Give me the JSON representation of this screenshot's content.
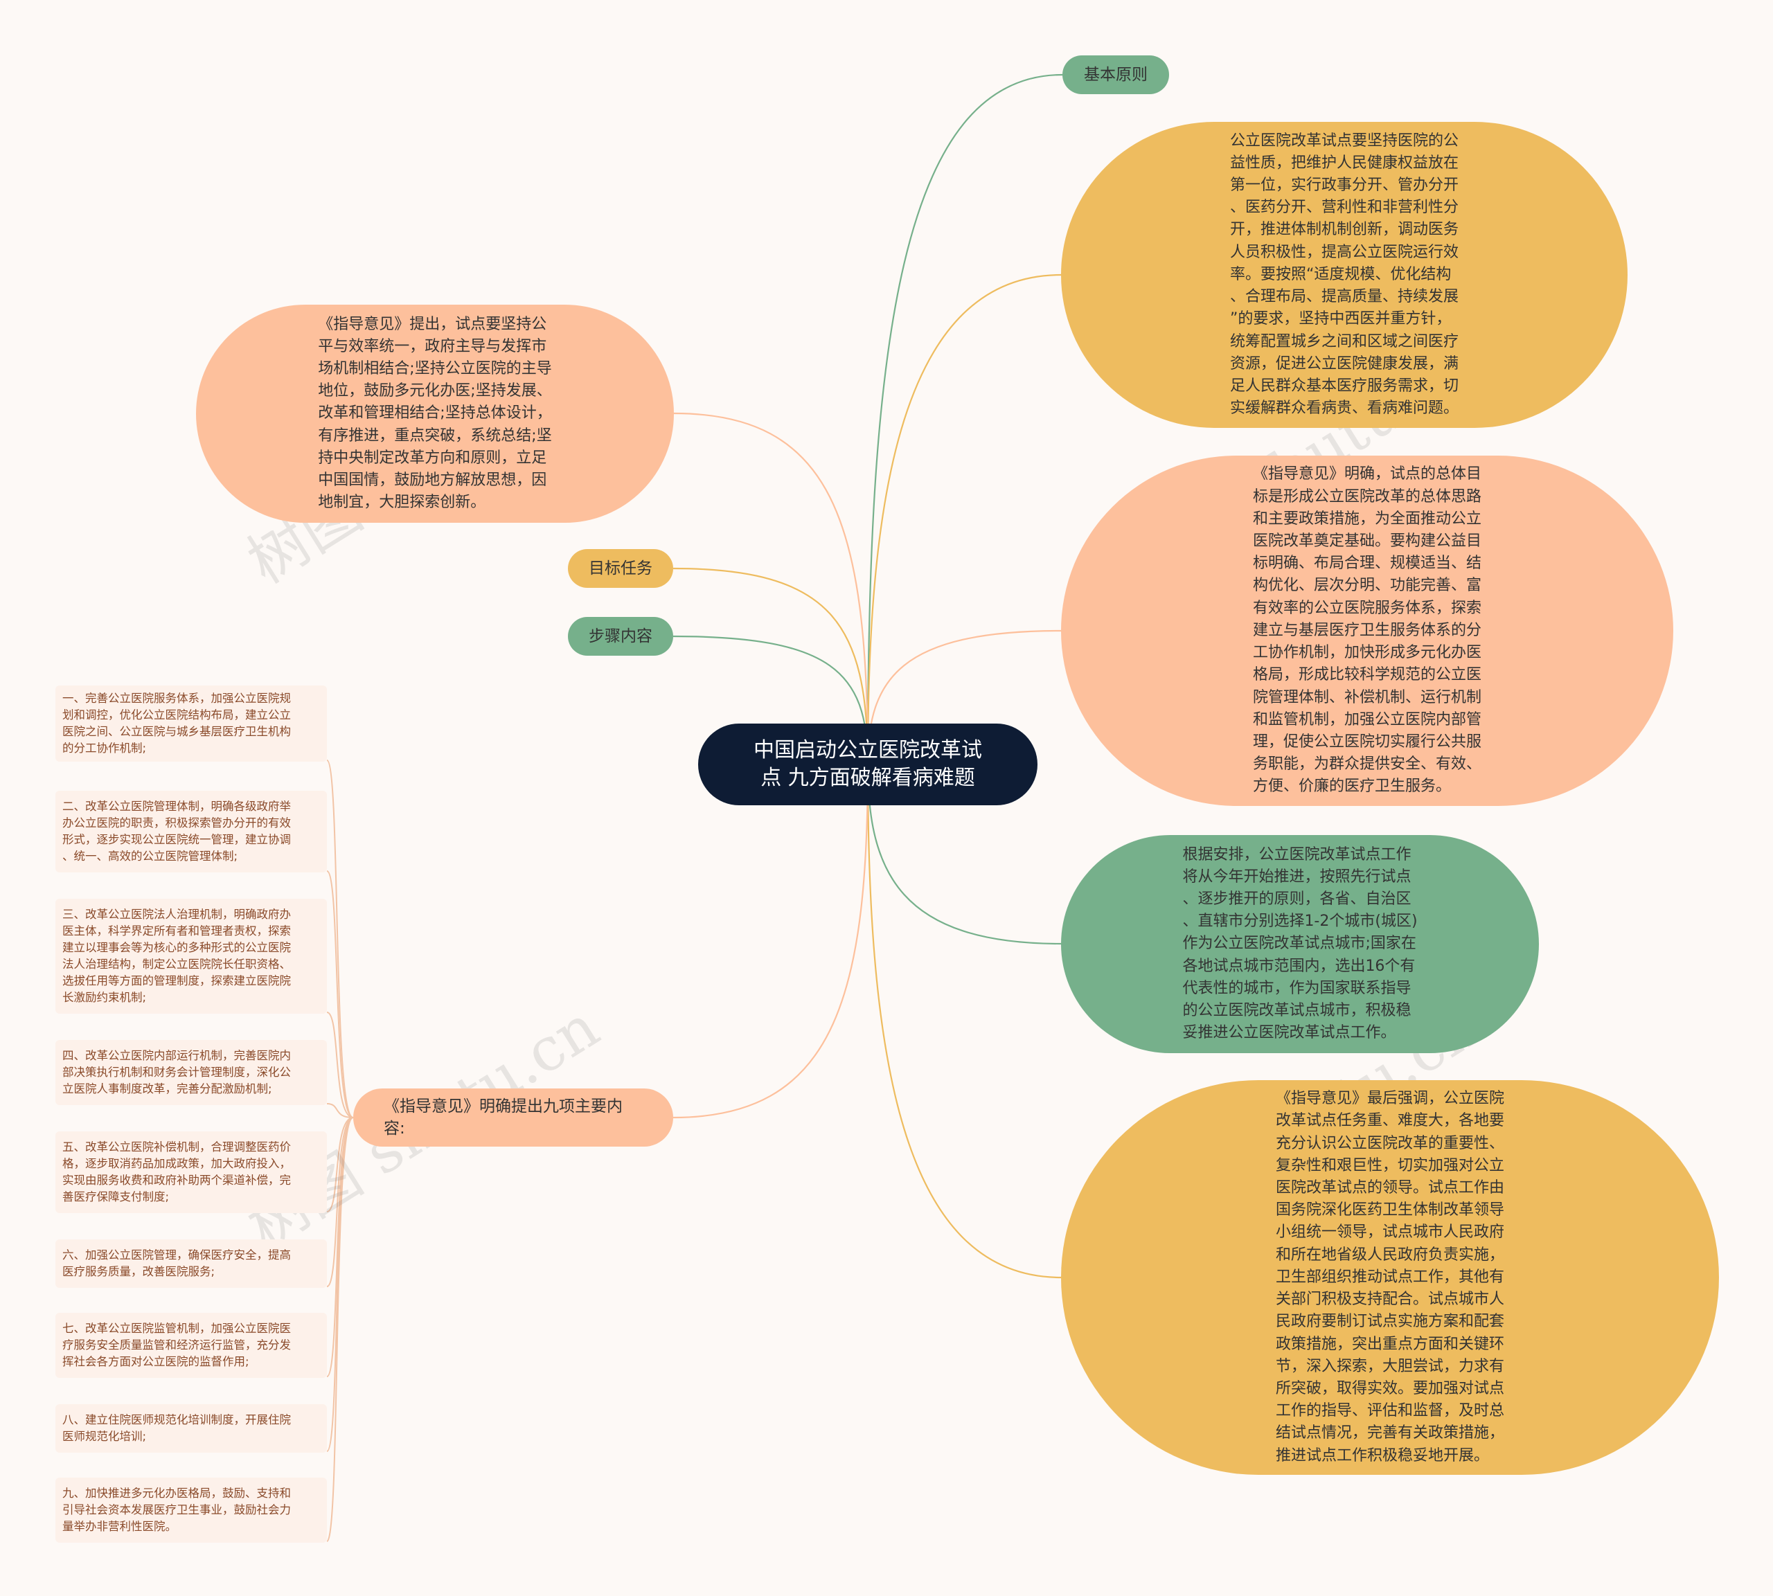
{
  "colors": {
    "background": "#fdf9f6",
    "root": "#0e1c34",
    "green": "#76b08b",
    "yellow": "#eebc5f",
    "peach": "#fdc09c",
    "task_bg": "#fdf1ea",
    "task_text": "#8a4a2a"
  },
  "root": {
    "title": "中国启动公立医院改革试\n点 九方面破解看病难题"
  },
  "branches": {
    "basic_principle": "基本原则",
    "principle_detail": "公立医院改革试点要坚持医院的公\n益性质，把维护人民健康权益放在\n第一位，实行政事分开、管办分开\n、医药分开、营利性和非营利性分\n开，推进体制机制创新，调动医务\n人员积极性，提高公立医院运行效\n率。要按照“适度规模、优化结构\n、合理布局、提高质量、持续发展\n”的要求，坚持中西医并重方针，\n统筹配置城乡之间和区域之间医疗\n资源，促进公立医院健康发展，满\n足人民群众基本医疗服务需求，切\n实缓解群众看病贵、看病难问题。",
    "fairness": "《指导意见》提出，试点要坚持公\n平与效率统一，政府主导与发挥市\n场机制相结合;坚持公立医院的主导\n地位，鼓励多元化办医;坚持发展、\n改革和管理相结合;坚持总体设计，\n有序推进，重点突破，系统总结;坚\n持中央制定改革方向和原则，立足\n中国国情，鼓励地方解放思想，因\n地制宜，大胆探索创新。",
    "target_task": "目标任务",
    "goal_detail": "《指导意见》明确，试点的总体目\n标是形成公立医院改革的总体思路\n和主要政策措施，为全面推动公立\n医院改革奠定基础。要构建公益目\n标明确、布局合理、规模适当、结\n构优化、层次分明、功能完善、富\n有效率的公立医院服务体系，探索\n建立与基层医疗卫生服务体系的分\n工协作机制，加快形成多元化办医\n格局，形成比较科学规范的公立医\n院管理体制、补偿机制、运行机制\n和监管机制，加强公立医院内部管\n理，促使公立医院切实履行公共服\n务职能，为群众提供安全、有效、\n方便、价廉的医疗卫生服务。",
    "steps": "步骤内容",
    "arrangement": "根据安排，公立医院改革试点工作\n将从今年开始推进，按照先行试点\n、逐步推开的原则，各省、自治区\n、直辖市分别选择1-2个城市(城区)\n作为公立医院改革试点城市;国家在\n各地试点城市范围内，选出16个有\n代表性的城市，作为国家联系指导\n的公立医院改革试点城市，积极稳\n妥推进公立医院改革试点工作。",
    "nine_items": "《指导意见》明确提出九项主要内\n容:",
    "final": "《指导意见》最后强调，公立医院\n改革试点任务重、难度大，各地要\n充分认识公立医院改革的重要性、\n复杂性和艰巨性，切实加强对公立\n医院改革试点的领导。试点工作由\n国务院深化医药卫生体制改革领导\n小组统一领导，试点城市人民政府\n和所在地省级人民政府负责实施，\n卫生部组织推动试点工作，其他有\n关部门积极支持配合。试点城市人\n民政府要制订试点实施方案和配套\n政策措施，突出重点方面和关键环\n节，深入探索，大胆尝试，力求有\n所突破，取得实效。要加强对试点\n工作的指导、评估和监督，及时总\n结试点情况，完善有关政策措施，\n推进试点工作积极稳妥地开展。"
  },
  "tasks": [
    "一、完善公立医院服务体系，加强公立医院规\n划和调控，优化公立医院结构布局，建立公立\n医院之间、公立医院与城乡基层医疗卫生机构\n的分工协作机制;",
    "二、改革公立医院管理体制，明确各级政府举\n办公立医院的职责，积极探索管办分开的有效\n形式，逐步实现公立医院统一管理，建立协调\n、统一、高效的公立医院管理体制;",
    "三、改革公立医院法人治理机制，明确政府办\n医主体，科学界定所有者和管理者责权，探索\n建立以理事会等为核心的多种形式的公立医院\n法人治理结构，制定公立医院院长任职资格、\n选拔任用等方面的管理制度，探索建立医院院\n长激励约束机制;",
    "四、改革公立医院内部运行机制，完善医院内\n部决策执行机制和财务会计管理制度，深化公\n立医院人事制度改革，完善分配激励机制;",
    "五、改革公立医院补偿机制，合理调整医药价\n格，逐步取消药品加成政策，加大政府投入，\n实现由服务收费和政府补助两个渠道补偿，完\n善医疗保障支付制度;",
    "六、加强公立医院管理，确保医疗安全，提高\n医疗服务质量，改善医院服务;",
    "七、改革公立医院监管机制，加强公立医院医\n疗服务安全质量监管和经济运行监管，充分发\n挥社会各方面对公立医院的监督作用;",
    "八、建立住院医师规范化培训制度，开展住院\n医师规范化培训;",
    "九、加快推进多元化办医格局，鼓励、支持和\n引导社会资本发展医疗卫生事业，鼓励社会力\n量举办非营利性医院。"
  ],
  "watermark": "树图 shutu.cn"
}
